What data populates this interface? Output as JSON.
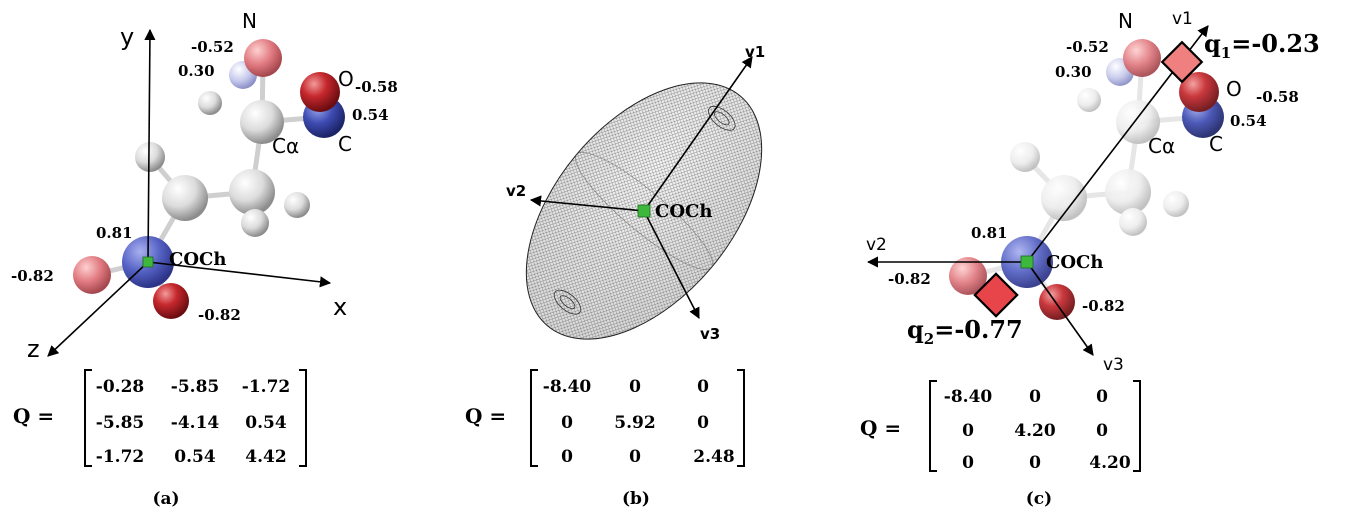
{
  "panels": {
    "a": {
      "caption": "(a)",
      "axes": {
        "x": "x",
        "y": "y",
        "z": "z"
      },
      "atoms": {
        "N": "N",
        "O": "O",
        "C": "C",
        "Ca": "Cα"
      },
      "charges": {
        "N": "-0.52",
        "H": "0.30",
        "O": "-0.58",
        "C": "0.54",
        "S_top": "0.81",
        "O_left": "-0.82",
        "O_right": "-0.82"
      },
      "center_label": "COCh",
      "matrix": {
        "lhs": "Q =",
        "rows": [
          [
            "-0.28",
            "-5.85",
            "-1.72"
          ],
          [
            "-5.85",
            "-4.14",
            "0.54"
          ],
          [
            "-1.72",
            "0.54",
            "4.42"
          ]
        ]
      }
    },
    "b": {
      "caption": "(b)",
      "axes": {
        "v1": "v1",
        "v2": "v2",
        "v3": "v3"
      },
      "center_label": "COCh",
      "matrix": {
        "lhs": "Q =",
        "rows": [
          [
            "-8.40",
            "0",
            "0"
          ],
          [
            "0",
            "5.92",
            "0"
          ],
          [
            "0",
            "0",
            "2.48"
          ]
        ]
      }
    },
    "c": {
      "caption": "(c)",
      "axes": {
        "v1": "v1",
        "v2": "v2",
        "v3": "v3"
      },
      "atoms": {
        "N": "N",
        "O": "O",
        "C": "C",
        "Ca": "Cα"
      },
      "charges": {
        "N": "-0.52",
        "H": "0.30",
        "O": "-0.58",
        "C": "0.54",
        "S_top": "0.81",
        "O_left": "-0.82",
        "O_right": "-0.82"
      },
      "center_label": "COCh",
      "q1": {
        "sym": "q",
        "sub": "1",
        "val": "=-0.23"
      },
      "q2": {
        "sym": "q",
        "sub": "2",
        "val": "=-0.77"
      },
      "matrix": {
        "lhs": "Q =",
        "rows": [
          [
            "-8.40",
            "0",
            "0"
          ],
          [
            "0",
            "4.20",
            "0"
          ],
          [
            "0",
            "0",
            "4.20"
          ]
        ]
      }
    }
  },
  "colors": {
    "oxygen": "#c0262a",
    "nitrogen": "#d94c58",
    "carbon": "#3846a6",
    "sulfur_center": "#5662c4",
    "hydrogen": "#d8d8dc",
    "site_marker": "#3db83d",
    "point_charge": "#e8454a"
  }
}
